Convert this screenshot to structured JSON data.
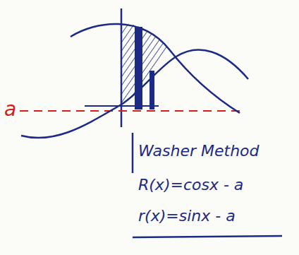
{
  "diagram": {
    "labels": [
      "a",
      "Washer Method",
      "R(x)=cosx - a",
      "r(x)=sinx - a"
    ]
  }
}
